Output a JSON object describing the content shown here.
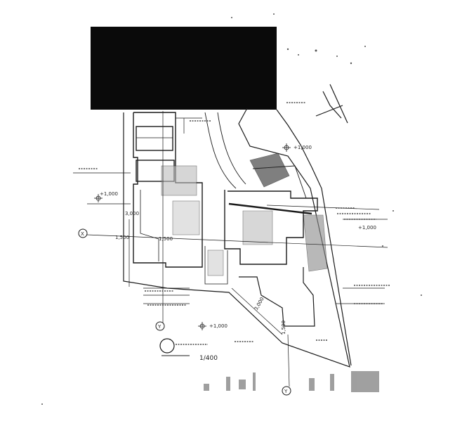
{
  "labels": {
    "scale": "1/400",
    "axis_x": "X",
    "axis_y": "Y",
    "elev_1": "+1,000",
    "elev_2": "+1,000",
    "elev_3": "+1,000",
    "elev_4": "+1,000",
    "dim_1": "3,000",
    "dim_2": "1,500",
    "dim_3": "1,500",
    "dim_4": "3,000",
    "dim_5": "1,500"
  },
  "colors": {
    "ink": "#1a1a1a",
    "redaction": "#0a0a0a",
    "paper": "#ffffff"
  }
}
